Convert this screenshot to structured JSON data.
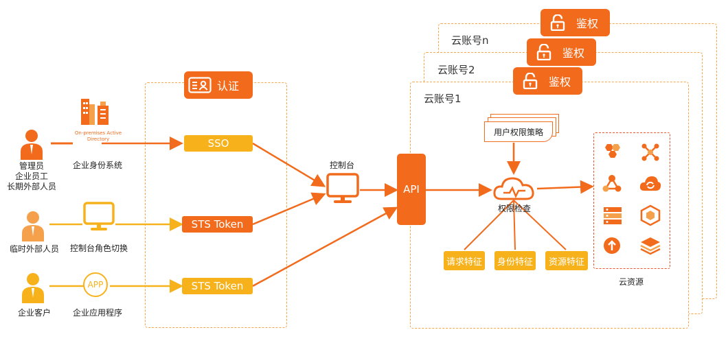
{
  "accounts": {
    "n": "云账号n",
    "two": "云账号2",
    "one": "云账号1"
  },
  "badges": {
    "auth_tag": "鉴权",
    "authn_tag": "认证"
  },
  "users": {
    "group1": [
      "管理员",
      "企业员工",
      "长期外部人员"
    ],
    "group2": "临时外部人员",
    "group3": "企业客户"
  },
  "identity": {
    "ad_caption_line1": "On-premises Active",
    "ad_caption_line2": "Directory",
    "enterprise_id_system": "企业身份系统",
    "console_role_switch": "控制台角色切换",
    "app_badge": "APP",
    "enterprise_app": "企业应用程序"
  },
  "auth_methods": [
    "SSO",
    "STS Token",
    "STS Token"
  ],
  "console": "控制台",
  "api": "API",
  "policy": "用户权限策略",
  "permission_check": "权限检查",
  "features": [
    "请求特征",
    "身份特征",
    "资源特征"
  ],
  "cloud_resources": "云资源",
  "colors": {
    "orange": "#f26b1d",
    "yellow": "#f7b21b",
    "dashed": "#f5a64a"
  },
  "resource_icons": [
    "hexagon-cluster-icon",
    "network-nodes-icon",
    "share-nodes-icon",
    "cloud-sync-icon",
    "server-stack-icon",
    "cube-cluster-icon",
    "cloud-upload-icon",
    "layer-stack-icon"
  ]
}
